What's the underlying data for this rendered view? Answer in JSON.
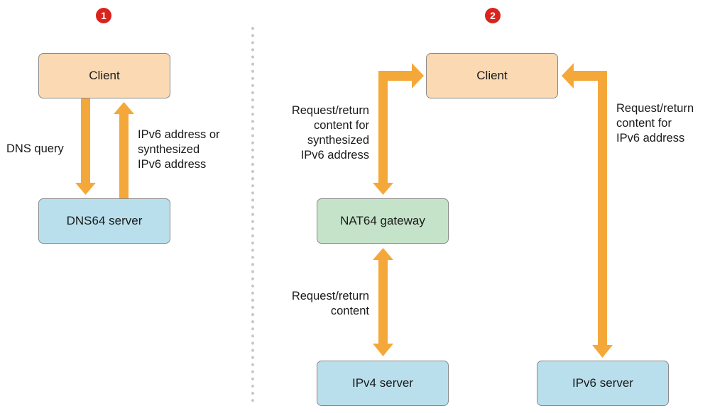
{
  "markers": {
    "panel1": "1",
    "panel2": "2"
  },
  "panel1": {
    "client_label": "Client",
    "dns64_label": "DNS64 server",
    "dns_query_label": "DNS query",
    "response_label": "IPv6 address or\nsynthesized\nIPv6 address"
  },
  "panel2": {
    "client_label": "Client",
    "nat64_label": "NAT64 gateway",
    "ipv4_server_label": "IPv4 server",
    "ipv6_server_label": "IPv6 server",
    "synth_label": "Request/return\ncontent for\nsynthesized\nIPv6 address",
    "ipv4_content_label": "Request/return\ncontent",
    "ipv6_content_label": "Request/return\ncontent for\nIPv6 address"
  },
  "colors": {
    "arrow": "#f5a83a",
    "client_fill": "#fad9b3",
    "server_fill": "#b9dfec",
    "gateway_fill": "#c5e3c9",
    "marker_fill": "#d9231d",
    "divider": "#c8c8c8"
  }
}
